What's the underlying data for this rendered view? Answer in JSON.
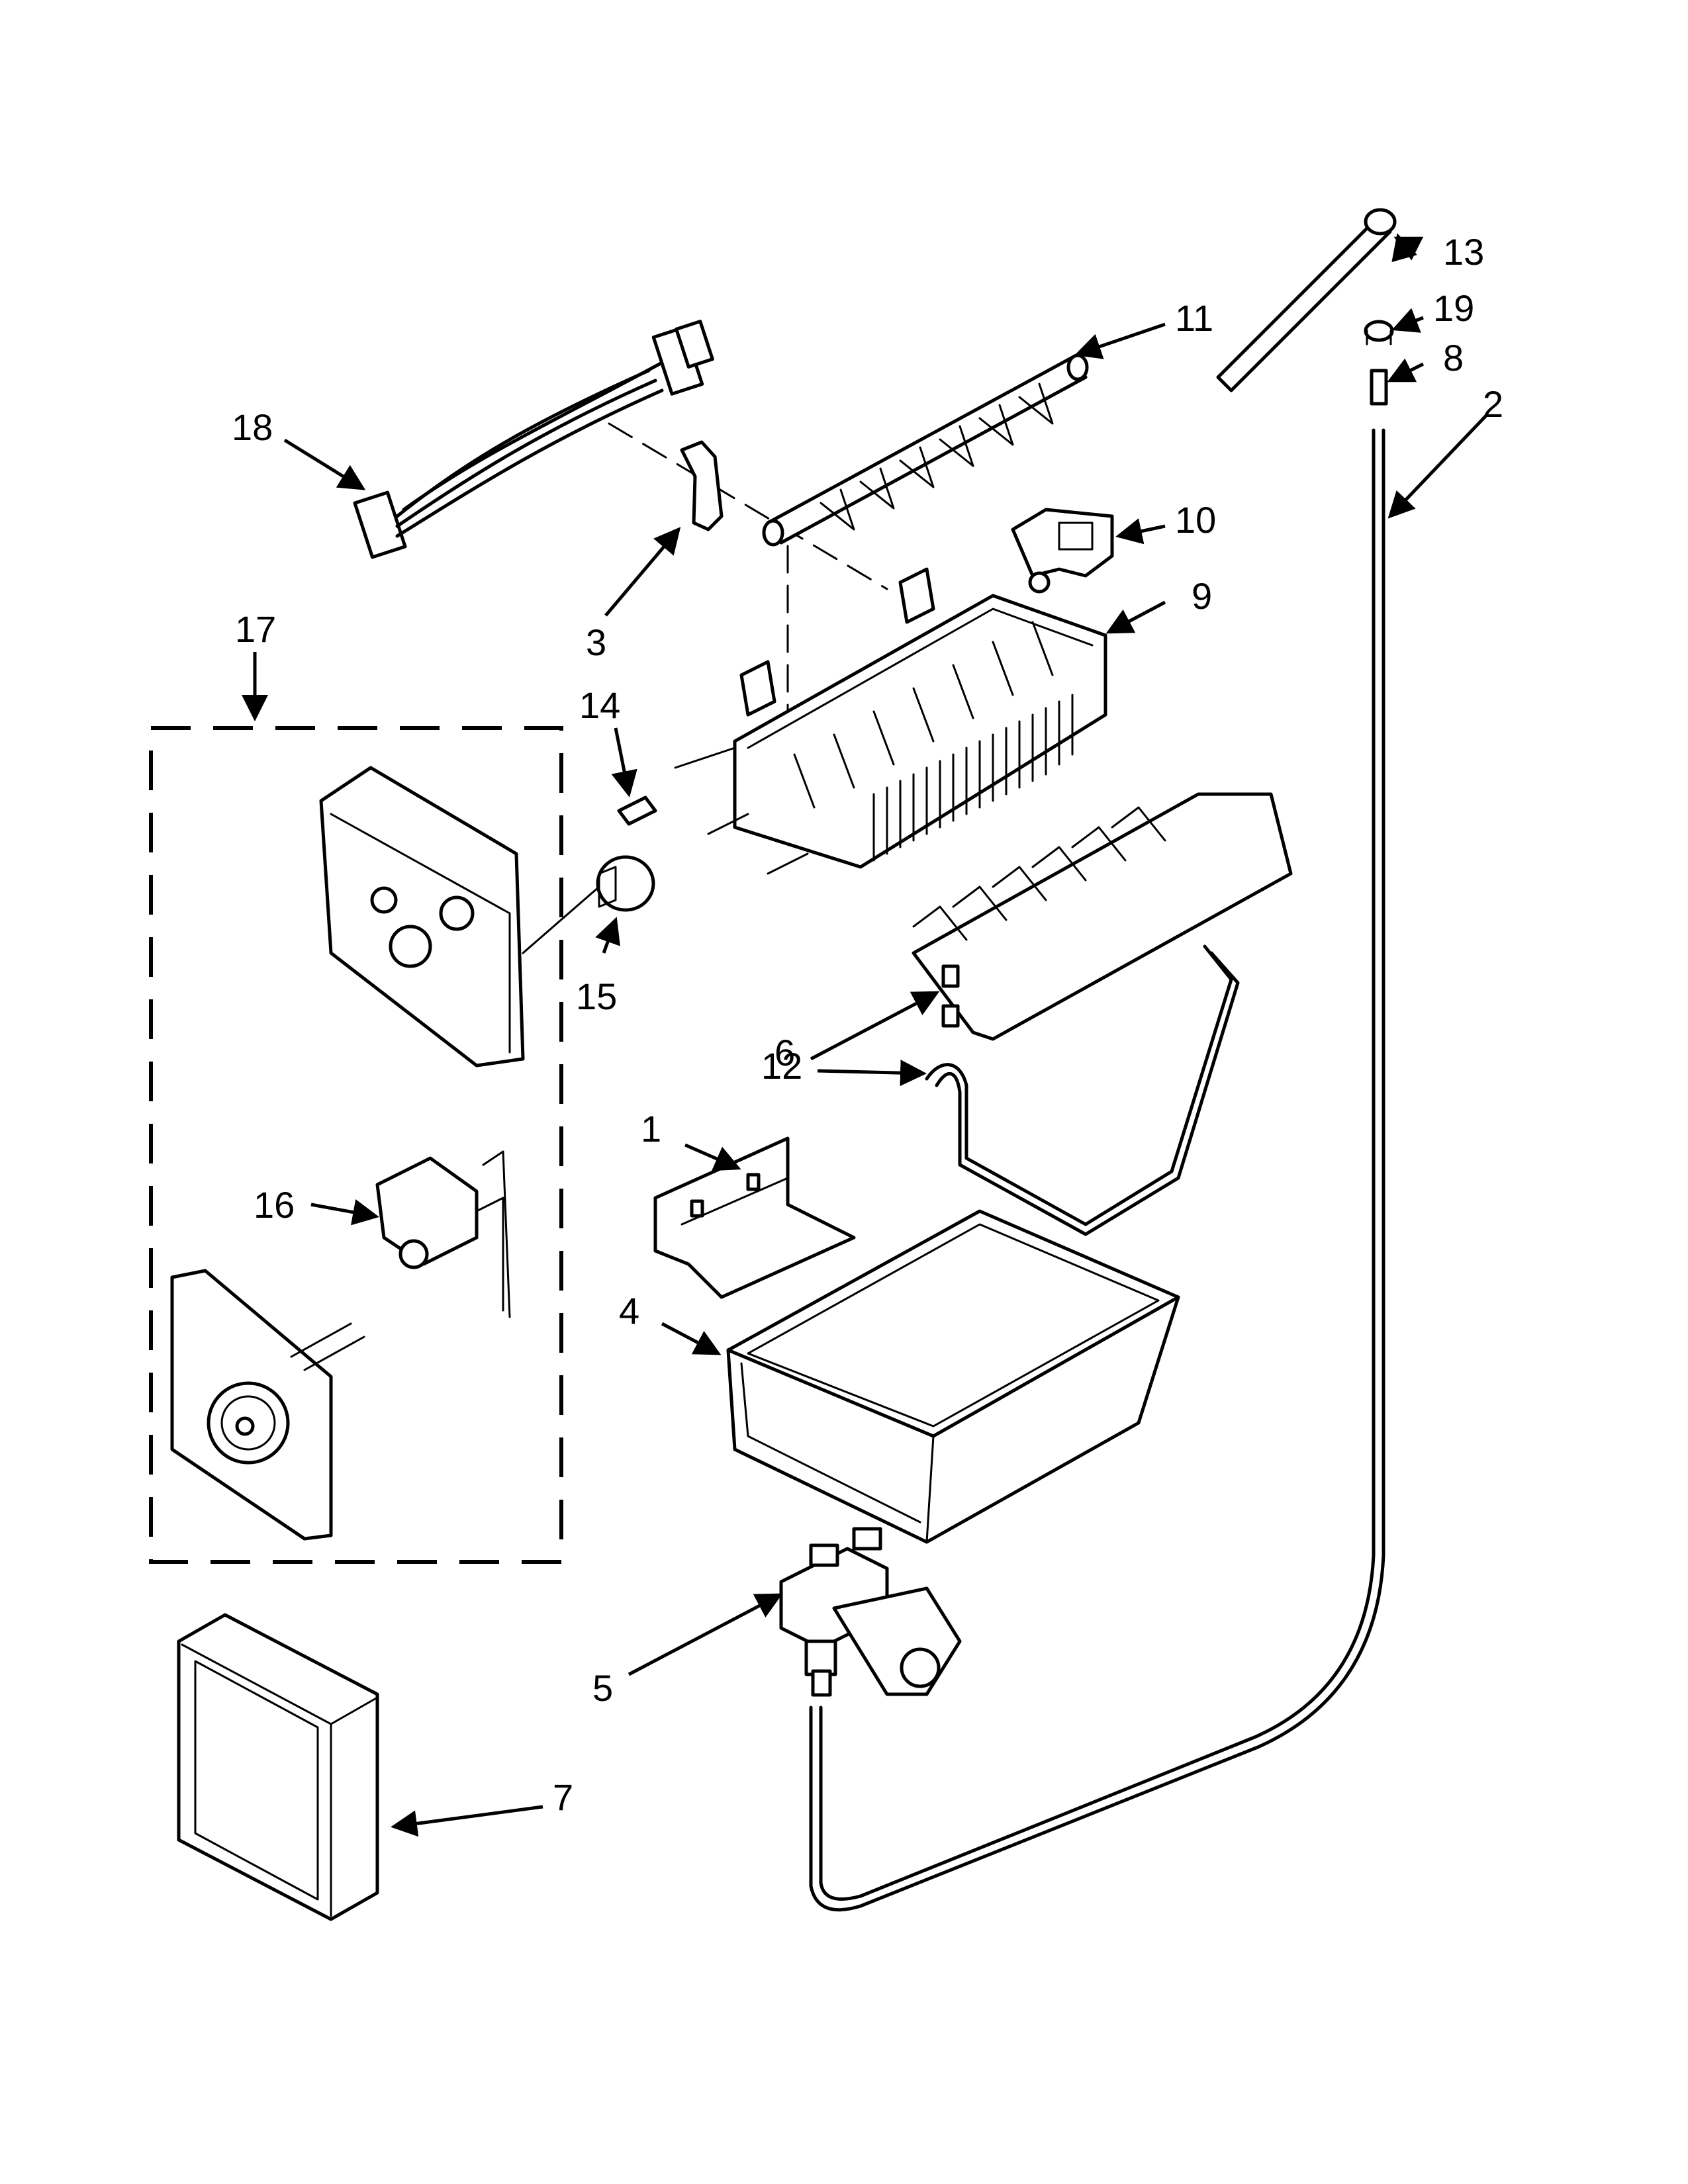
{
  "diagram": {
    "labels": {
      "1": "1",
      "2": "2",
      "3": "3",
      "4": "4",
      "5": "5",
      "6": "6",
      "7": "7",
      "8": "8",
      "9": "9",
      "10": "10",
      "11": "11",
      "12": "12",
      "13": "13",
      "14": "14",
      "15": "15",
      "16": "16",
      "17": "17",
      "18": "18",
      "19": "19"
    }
  }
}
